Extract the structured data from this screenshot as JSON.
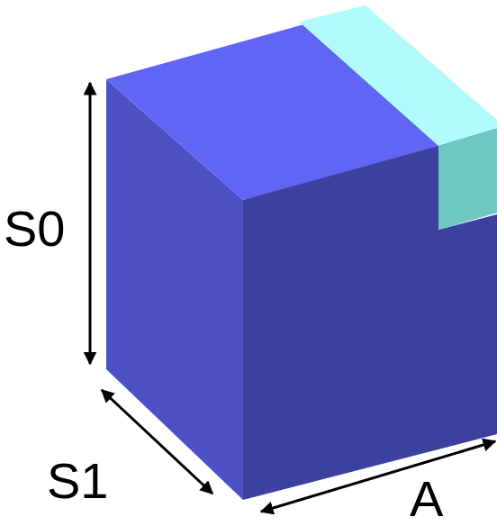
{
  "diagram": {
    "labels": [
      "S0",
      "S1",
      "A"
    ]
  }
}
